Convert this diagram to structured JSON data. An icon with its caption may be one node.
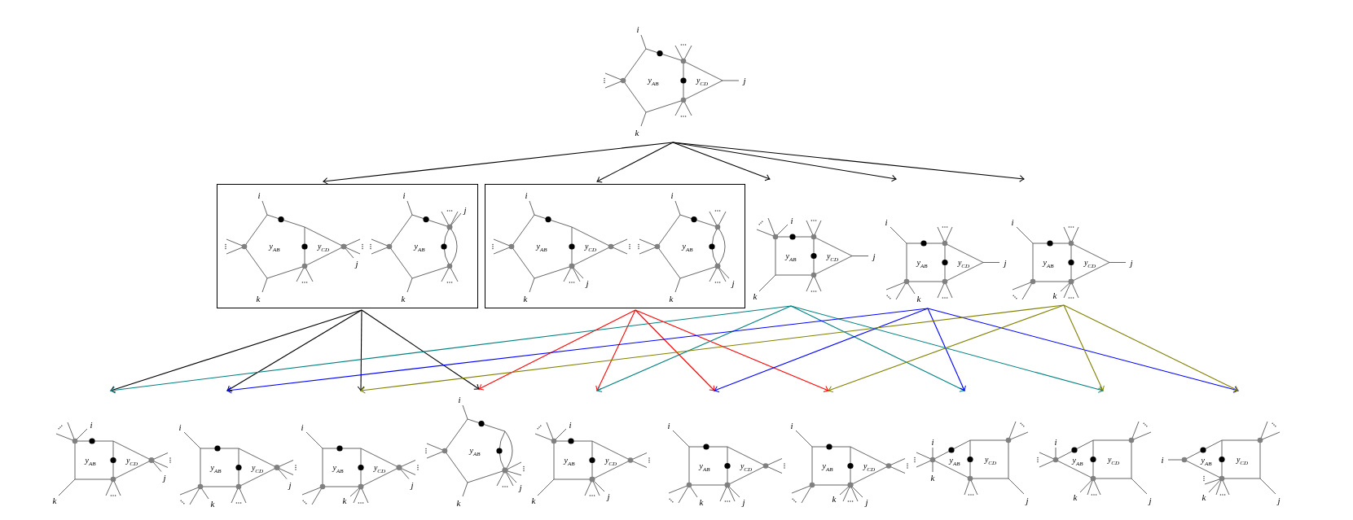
{
  "diagram": {
    "nodes": [
      {
        "text": [
          "i",
          "y$_{AB}$",
          "y$_{CD}$",
          "j",
          "k"
        ]
      },
      {
        "text": [],
        "shape": "box"
      },
      {
        "text": [
          "i",
          "y$_{AB}$",
          "y$_{CD}$",
          "j",
          "k"
        ],
        "in": 1
      },
      {
        "text": [
          "i",
          "y$_{AB}$",
          "j",
          "k"
        ],
        "in": 1
      },
      {
        "text": [],
        "shape": "box"
      },
      {
        "text": [
          "i",
          "y$_{AB}$",
          "y$_{CD}$",
          "j",
          "k"
        ],
        "in": 4
      },
      {
        "text": [
          "i",
          "y$_{AB}$",
          "j",
          "k"
        ],
        "in": 4
      },
      {
        "text": [
          "i",
          "y$_{AB}$",
          "y$_{CD}$",
          "j",
          "k"
        ]
      },
      {
        "text": [
          "i",
          "y$_{AB}$",
          "y$_{CD}$",
          "j",
          "k"
        ]
      },
      {
        "text": [
          "i",
          "y$_{AB}$",
          "y$_{CD}$",
          "j",
          "k"
        ]
      },
      {
        "text": [
          "i",
          "y$_{AB}$",
          "y$_{CD}$",
          "j",
          "k"
        ]
      },
      {
        "text": [
          "i",
          "y$_{AB}$",
          "y$_{CD}$",
          "j",
          "k"
        ]
      },
      {
        "text": [
          "i",
          "y$_{AB}$",
          "y$_{CD}$",
          "j",
          "k"
        ]
      },
      {
        "text": [
          "i",
          "y$_{AB}$",
          "j",
          "k"
        ]
      },
      {
        "text": [
          "i",
          "y$_{AB}$",
          "y$_{CD}$",
          "j",
          "k"
        ]
      },
      {
        "text": [
          "i",
          "y$_{AB}$",
          "y$_{CD}$",
          "j",
          "k"
        ]
      },
      {
        "text": [
          "i",
          "y$_{AB}$",
          "y$_{CD}$",
          "j",
          "k"
        ]
      },
      {
        "text": [
          "i",
          "y$_{AB}$",
          "y$_{CD}$",
          "j",
          "k"
        ]
      },
      {
        "text": [
          "i",
          "y$_{AB}$",
          "y$_{CD}$",
          "j",
          "k"
        ]
      },
      {
        "text": [
          "i",
          "y$_{AB}$",
          "y$_{CD}$",
          "j",
          "k"
        ]
      }
    ],
    "edges": [
      {
        "from": 0,
        "to": 1,
        "arrow": "to"
      },
      {
        "from": 0,
        "to": 4,
        "arrow": "to"
      },
      {
        "from": 0,
        "to": 7,
        "arrow": "to"
      },
      {
        "from": 0,
        "to": 8,
        "arrow": "to"
      },
      {
        "from": 0,
        "to": 9,
        "arrow": "to"
      },
      {
        "from": 1,
        "to": 10,
        "arrow": "to"
      },
      {
        "from": 1,
        "to": 11,
        "arrow": "to"
      },
      {
        "from": 1,
        "to": 12,
        "arrow": "to"
      },
      {
        "from": 1,
        "to": 13,
        "arrow": "to"
      },
      {
        "from": 4,
        "to": 13,
        "arrow": "to",
        "color": "#ff0000"
      },
      {
        "from": 4,
        "to": 14,
        "arrow": "to",
        "color": "#ff0000"
      },
      {
        "from": 4,
        "to": 15,
        "arrow": "to",
        "color": "#ff0000"
      },
      {
        "from": 4,
        "to": 16,
        "arrow": "to",
        "color": "#ff0000"
      },
      {
        "from": 7,
        "to": 10,
        "arrow": "to",
        "color": "#008080"
      },
      {
        "from": 7,
        "to": 14,
        "arrow": "to",
        "color": "#008080"
      },
      {
        "from": 7,
        "to": 17,
        "arrow": "to",
        "color": "#008080"
      },
      {
        "from": 7,
        "to": 18,
        "arrow": "to",
        "color": "#008080"
      },
      {
        "from": 8,
        "to": 11,
        "arrow": "to",
        "color": "#0000ff"
      },
      {
        "from": 8,
        "to": 15,
        "arrow": "to",
        "color": "#0000ff"
      },
      {
        "from": 8,
        "to": 17,
        "arrow": "to",
        "color": "#0000ff"
      },
      {
        "from": 8,
        "to": 19,
        "arrow": "to",
        "color": "#0000ff"
      },
      {
        "from": 9,
        "to": 12,
        "arrow": "to",
        "color": "#808000"
      },
      {
        "from": 9,
        "to": 16,
        "arrow": "to",
        "color": "#808000"
      },
      {
        "from": 9,
        "to": 18,
        "arrow": "to",
        "color": "#808000"
      },
      {
        "from": 9,
        "to": 19,
        "arrow": "to",
        "color": "#808000"
      }
    ]
  }
}
